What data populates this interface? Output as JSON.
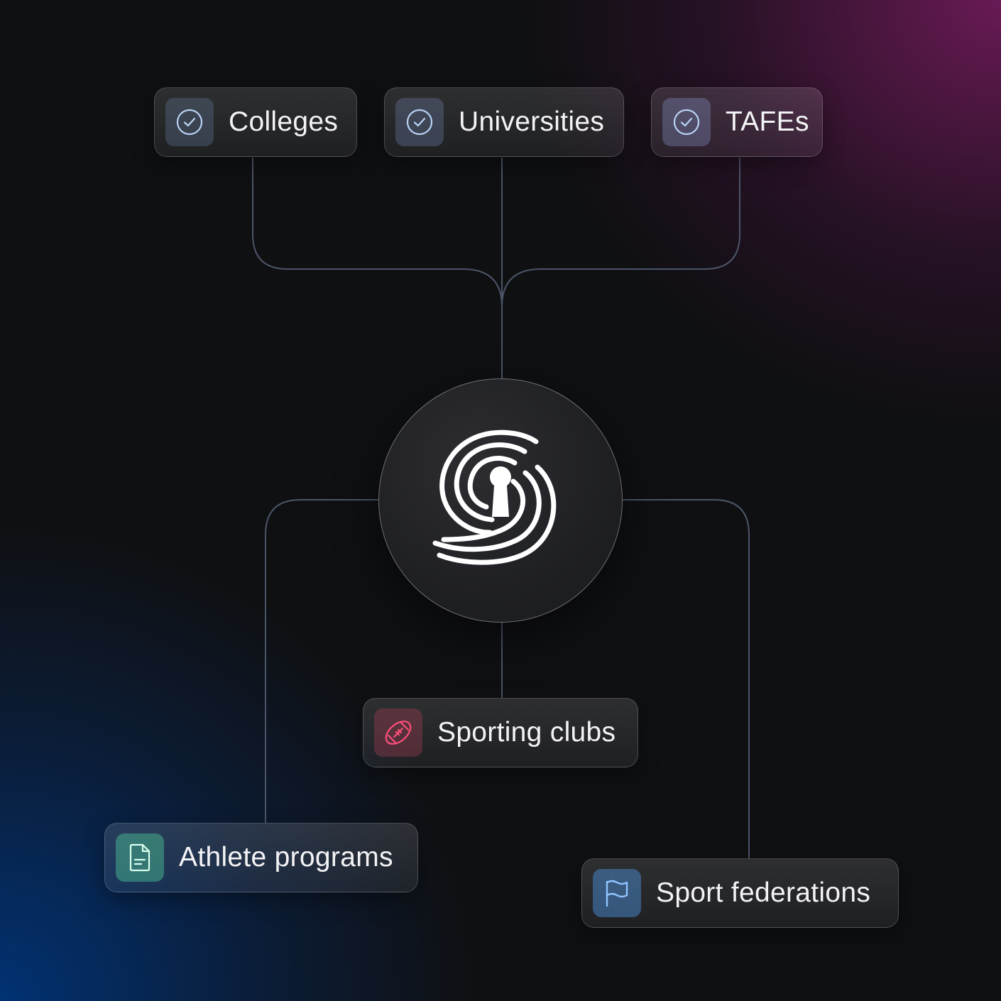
{
  "hub": {
    "icon": "spiral-keyhole-logo-icon"
  },
  "top_nodes": [
    {
      "label": "Colleges",
      "icon": "check-circle-icon"
    },
    {
      "label": "Universities",
      "icon": "check-circle-icon"
    },
    {
      "label": "TAFEs",
      "icon": "check-circle-icon"
    }
  ],
  "bottom_nodes": [
    {
      "label": "Sporting clubs",
      "icon": "football-icon",
      "accent": "#ff4f7b"
    },
    {
      "label": "Athlete programs",
      "icon": "document-icon",
      "accent": "#9cf0c8"
    },
    {
      "label": "Sport federations",
      "icon": "flag-icon",
      "accent": "#8fc4ff"
    }
  ],
  "colors": {
    "connector": "#4b5568",
    "check_icon": "#b9d3f5",
    "bg_top_right": "#7a1c62",
    "bg_bottom_left": "#00346f"
  }
}
